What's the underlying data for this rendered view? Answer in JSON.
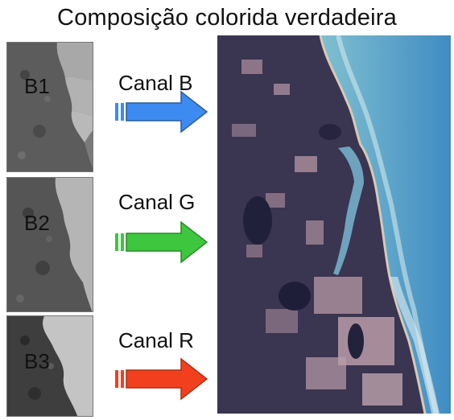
{
  "title": "Composição colorida verdadeira",
  "bands": [
    {
      "label": "B1",
      "channel_label": "Canal B",
      "arrow_color": "#3d8bf0",
      "icon": "right-arrow-icon"
    },
    {
      "label": "B2",
      "channel_label": "Canal G",
      "arrow_color": "#3ec63e",
      "icon": "right-arrow-icon"
    },
    {
      "label": "B3",
      "channel_label": "Canal R",
      "arrow_color": "#f2401f",
      "icon": "right-arrow-icon"
    }
  ],
  "colors": {
    "land": "#3a3550",
    "sea_near": "#8cc6d3",
    "sea_far": "#4b93c8",
    "band_gray": "#808080"
  }
}
